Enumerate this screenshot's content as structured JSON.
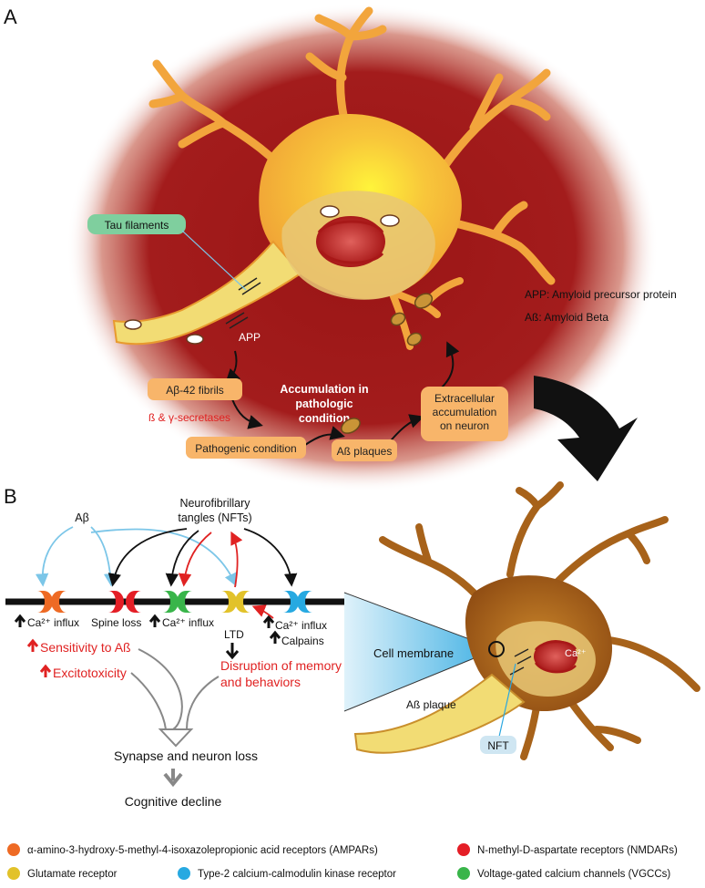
{
  "panels": {
    "a": "A",
    "b": "B"
  },
  "panel_a": {
    "tau_label": "Tau filaments",
    "app_label": "APP",
    "ab42_label": "Aβ-42 fibrils",
    "secretases": "ß & γ-secretases",
    "pathogenic": "Pathogenic condition",
    "accumulation": [
      "Accumulation in",
      "pathologic",
      "condition"
    ],
    "plaques": "Aß plaques",
    "extracellular": [
      "Extracellular",
      "accumulation",
      "on neuron"
    ],
    "legend_app": "APP: Amyloid precursor protein",
    "legend_ab": "Aß: Amyloid Beta"
  },
  "panel_b": {
    "ab_top": "Aβ",
    "nft_title": [
      "Neurofibrillary",
      "tangles (NFTs)"
    ],
    "ca_influx": "Ca²⁺ influx",
    "spine_loss": "Spine loss",
    "ltd": "LTD",
    "calpains": "Calpains",
    "sensitivity": "Sensitivity to Aß",
    "excitotoxicity": "Excitotoxicity",
    "disruption": [
      "Disruption of memory",
      "and behaviors"
    ],
    "synapse_loss": "Synapse and neuron loss",
    "cognitive": "Cognitive decline",
    "cell_membrane": "Cell membrane",
    "ca2": "Ca²⁺",
    "ab_plaque": "Aß plaque",
    "nft": "NFT"
  },
  "legend": [
    {
      "label": "α-amino-3-hydroxy-5-methyl-4-isoxazolepropionic acid receptors (AMPARs)",
      "color": "#ee6a24"
    },
    {
      "label": "N-methyl-D-aspartate receptors (NMDARs)",
      "color": "#e41e26"
    },
    {
      "label": "Glutamate receptor",
      "color": "#e2c22a"
    },
    {
      "label": "Type-2 calcium-calmodulin kinase receptor",
      "color": "#27a9e1"
    },
    {
      "label": "Voltage-gated calcium channels (VGCCs)",
      "color": "#39b54a"
    }
  ],
  "colors": {
    "halo": "#a31c1c",
    "neuron": "#f2a53c",
    "box": "#f8b56a",
    "tau_box": "#7fcf9e",
    "red_text": "#e02222"
  }
}
